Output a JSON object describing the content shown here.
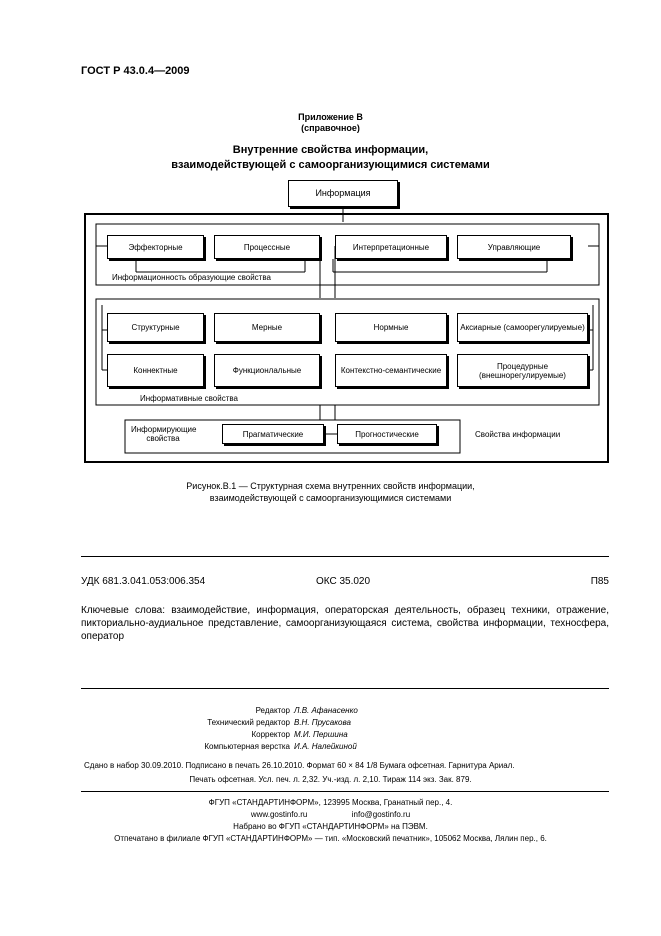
{
  "header": {
    "doc_code": "ГОСТ Р 43.0.4—2009"
  },
  "appendix": {
    "title": "Приложение В",
    "kind": "(справочное)"
  },
  "figure_title": {
    "line1": "Внутренние свойства информации,",
    "line2": "взаимодействующей с самоорганизующимися системами"
  },
  "diagram": {
    "root": "Информация",
    "group1": {
      "label": "Информационность образующие свойства",
      "items": [
        "Эффекторные",
        "Процессные",
        "Интерпретационные",
        "Управляющие"
      ]
    },
    "group2": {
      "label": "Информативные свойства",
      "items": [
        "Структурные",
        "Мерные",
        "Нормные",
        "Аксиарные (самоорегулируемые)",
        "Коннектные",
        "Функционлальные",
        "Контекстно-семантические",
        "Процедурные (внешнорегулируемые)"
      ]
    },
    "group3": {
      "left_label": "Информирующие свойства",
      "items": [
        "Прагматические",
        "Прогностические"
      ],
      "right_label": "Свойства информации"
    }
  },
  "caption": {
    "line1": "Рисунок.В.1 — Структурная схема внутренних свойств информации,",
    "line2": "взаимодействующей с самоорганизующимися системами"
  },
  "classification": {
    "udk": "УДК 681.3.041.053:006.354",
    "oks": "ОКС 35.020",
    "code": "П85"
  },
  "keywords": "Ключевые слова: взаимодействие, информация, операторская деятельность, образец техники, отраже­ние, пикториально-аудиальное представление, самоорганизующаяся система, свойства информации, техносфера, оператор",
  "credits": [
    {
      "role": "Редактор",
      "name": "Л.В. Афанасенко"
    },
    {
      "role": "Технический редактор",
      "name": "В.Н. Прусакова"
    },
    {
      "role": "Корректор",
      "name": "М.И. Першина"
    },
    {
      "role": "Компьютерная верстка",
      "name": "И.А. Налейкиной"
    }
  ],
  "imprint": {
    "line1": "Сдано в набор 30.09.2010.    Подписано в печать 26.10.2010.    Формат 60 × 84 1/8    Бумага офсетная.    Гарнитура Ариал.",
    "line2": "Печать офсетная.    Усл. печ. л. 2,32.    Уч.-изд. л. 2,10.    Тираж  114  экз.    Зак.  879."
  },
  "publisher": {
    "line1": "ФГУП «СТАНДАРТИНФОРМ», 123995 Москва, Гранатный пер., 4.",
    "line2": "www.gostinfo.ru                    info@gostinfo.ru",
    "line3": "Набрано во ФГУП «СТАНДАРТИНФОРМ» на ПЭВМ.",
    "line4": "Отпечатано в филиале ФГУП «СТАНДАРТИНФОРМ» — тип. «Московский печатник», 105062  Москва, Лялин пер., 6."
  }
}
